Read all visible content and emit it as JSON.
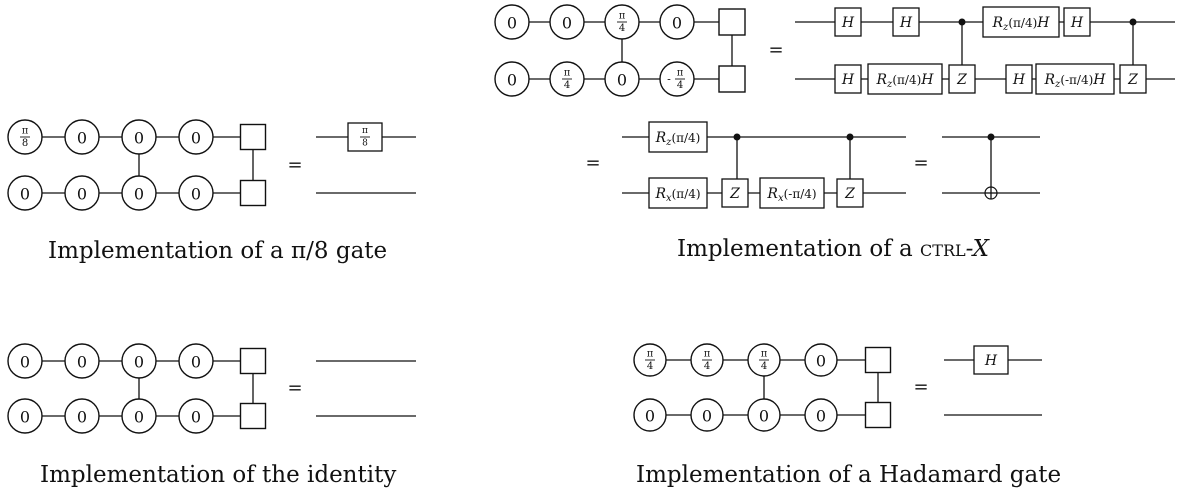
{
  "captions": {
    "pi8": "Implementation of a π/8 gate",
    "ctrlx_prefix": "Implementation of a",
    "ctrlx_small_caps": "ctrl",
    "ctrlx_suffix": "-X",
    "identity": "Implementation of the identity",
    "hadamard": "Implementation of a Hadamard gate"
  },
  "symbols": {
    "equals": "=",
    "zero": "0",
    "frac_pi4": "π/4",
    "frac_pi8": "π/8",
    "frac_neg_pi4": "-π/4",
    "H": "H",
    "Z": "Z",
    "Rz_pi4_H": "Rz(π/4)H",
    "Rz_neg_pi4_H": "Rz(-π/4)H",
    "Rz_pi4": "Rz(π/4)",
    "Rx_pi4": "Rx(π/4)",
    "Rx_neg_pi4": "Rx(-π/4)"
  },
  "patterns": {
    "pi8": {
      "top": [
        "π/8",
        "0",
        "0",
        "0"
      ],
      "bottom": [
        "0",
        "0",
        "0",
        "0"
      ],
      "output_gate": "π/8"
    },
    "identity": {
      "top": [
        "0",
        "0",
        "0",
        "0"
      ],
      "bottom": [
        "0",
        "0",
        "0",
        "0"
      ]
    },
    "hadamard": {
      "top": [
        "π/4",
        "π/4",
        "π/4",
        "0"
      ],
      "bottom": [
        "0",
        "0",
        "0",
        "0"
      ],
      "output_gate": "H"
    },
    "ctrlx": {
      "top": [
        "0",
        "0",
        "π/4",
        "0"
      ],
      "bottom": [
        "0",
        "π/4",
        "0",
        "-π/4"
      ]
    }
  }
}
